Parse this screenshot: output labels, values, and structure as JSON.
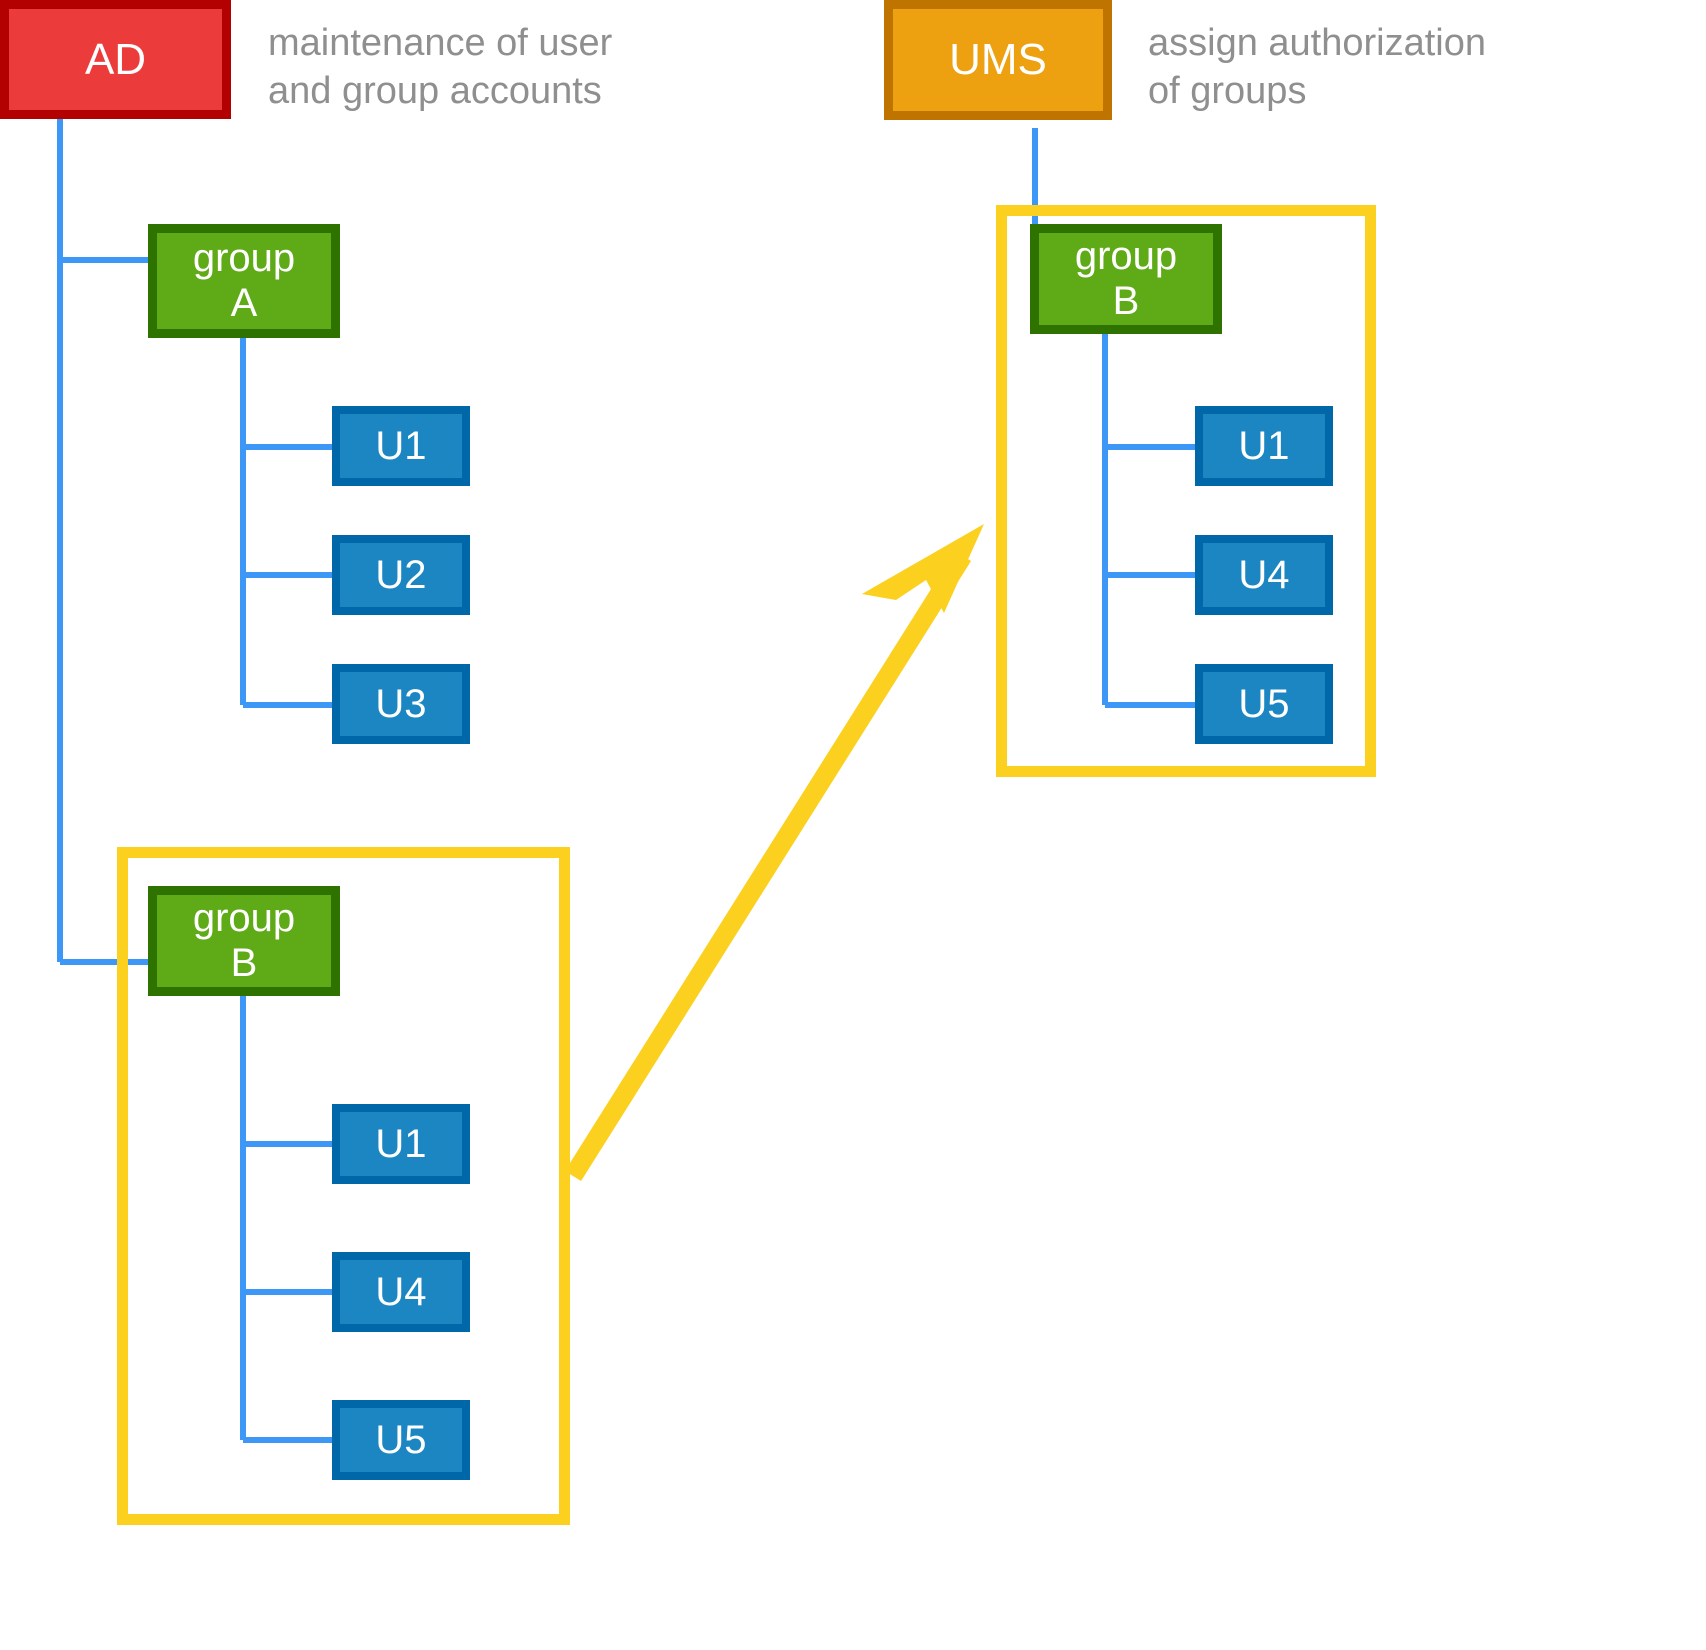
{
  "diagram": {
    "title_nodes": {
      "ad": {
        "label": "AD",
        "caption": "maintenance of user\nand group accounts",
        "fill": "#ec3b3b",
        "stroke": "#b30000"
      },
      "ums": {
        "label": "UMS",
        "caption": "assign authorization\nof groups",
        "fill": "#eda111",
        "stroke": "#bf7400"
      }
    },
    "colors": {
      "group_fill": "#5faa17",
      "group_stroke": "#2e7300",
      "user_fill": "#1b86c2",
      "user_stroke": "#0067a8",
      "wire": "#3d97f7",
      "highlight": "#fbd01f",
      "caption_text": "#8f8f8f"
    },
    "left_tree": {
      "root": "AD",
      "groups": [
        {
          "name": "group\nA",
          "members": [
            "U1",
            "U2",
            "U3"
          ]
        },
        {
          "name": "group\nB",
          "members": [
            "U1",
            "U4",
            "U5"
          ]
        }
      ]
    },
    "right_tree": {
      "root": "UMS",
      "groups": [
        {
          "name": "group\nB",
          "members": [
            "U1",
            "U4",
            "U5"
          ]
        }
      ]
    },
    "highlight_boxes": [
      {
        "name": "left-group-b-highlight"
      },
      {
        "name": "right-group-b-highlight"
      }
    ],
    "arrow": {
      "name": "sync-arrow",
      "from": "left group B highlight",
      "to": "right group B highlight"
    }
  }
}
